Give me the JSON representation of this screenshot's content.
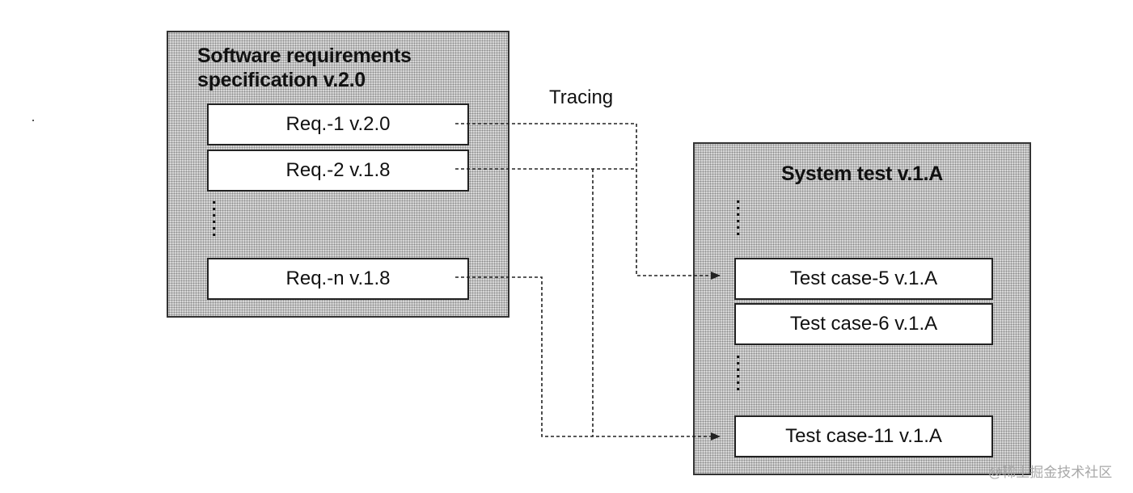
{
  "srs": {
    "title": "Software requirements specification v.2.0",
    "requirements": [
      "Req.-1 v.2.0",
      "Req.-2 v.1.8",
      "Req.-n v.1.8"
    ]
  },
  "tracing_label": "Tracing",
  "system_test": {
    "title": "System test v.1.A",
    "test_cases": [
      "Test case-5 v.1.A",
      "Test case-6 v.1.A",
      "Test case-11 v.1.A"
    ]
  },
  "links": [
    {
      "from": "Req.-1 v.2.0",
      "to": "Test case-5 v.1.A"
    },
    {
      "from": "Req.-2 v.1.8",
      "to": "Test case-5 v.1.A"
    },
    {
      "from": "Req.-2 v.1.8",
      "to": "Test case-11 v.1.A"
    },
    {
      "from": "Req.-n v.1.8",
      "to": "Test case-11 v.1.A"
    }
  ],
  "watermark": "@稀土掘金技术社区",
  "colors": {
    "panel_fill": "#d6d6d6",
    "box_fill": "#ffffff",
    "line": "#222222",
    "watermark": "#a8a8a8"
  }
}
